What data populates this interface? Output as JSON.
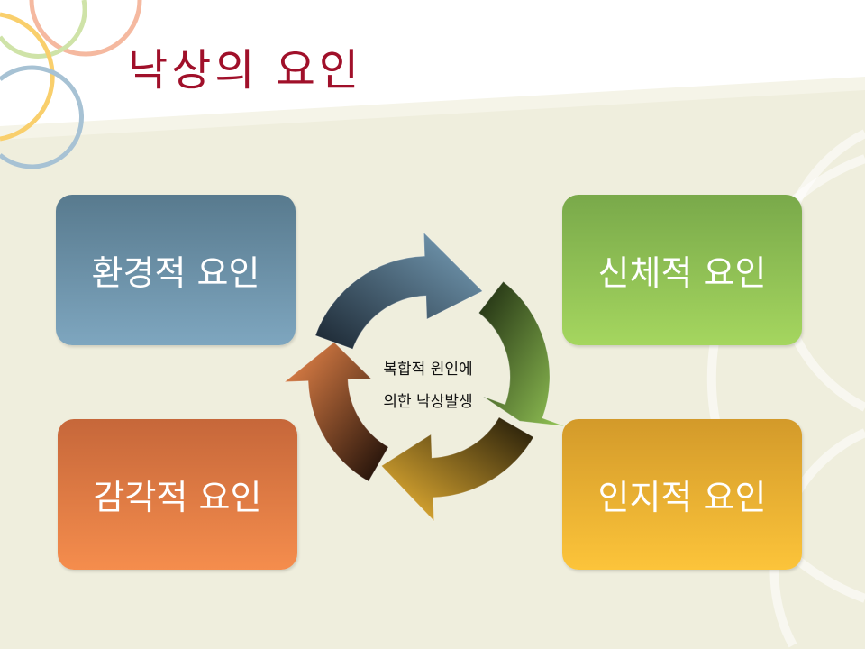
{
  "slide": {
    "title": "낙상의 요인",
    "factors": [
      {
        "label": "환경적 요인",
        "color": "#6a8fa8"
      },
      {
        "label": "신체적 요인",
        "color": "#8fc054"
      },
      {
        "label": "감각적 요인",
        "color": "#e07a44"
      },
      {
        "label": "인지적 요인",
        "color": "#e8b032"
      }
    ],
    "center_text": {
      "line1": "복합적 원인에",
      "line2": "의한  낙상발생"
    }
  }
}
